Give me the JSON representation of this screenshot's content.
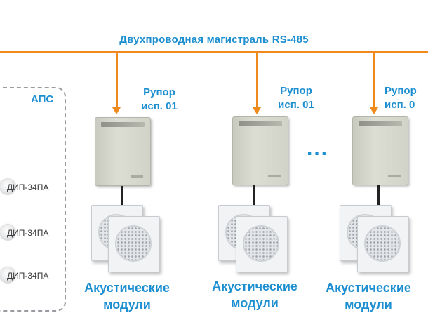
{
  "bus": {
    "title": "Двухпроводная магистраль RS-485"
  },
  "aps": {
    "label": "АПС",
    "detectors": [
      "ДИП-34ПА",
      "ДИП-34ПА",
      "ДИП-34ПА"
    ]
  },
  "nodes": [
    {
      "rupor_line1": "Рупор",
      "rupor_line2": "исп. 01",
      "modules_line1": "Акустические",
      "modules_line2": "модули"
    },
    {
      "rupor_line1": "Рупор",
      "rupor_line2": "исп. 01",
      "modules_line1": "Акустические",
      "modules_line2": "модули"
    },
    {
      "rupor_line1": "Рупор",
      "rupor_line2": "исп. 0",
      "modules_line1": "Акустические",
      "modules_line2": "модули"
    }
  ],
  "ellipsis": "...",
  "colors": {
    "bus": "#f08a1c",
    "text": "#1d8fd1",
    "aps_border": "#9a9aa0"
  }
}
